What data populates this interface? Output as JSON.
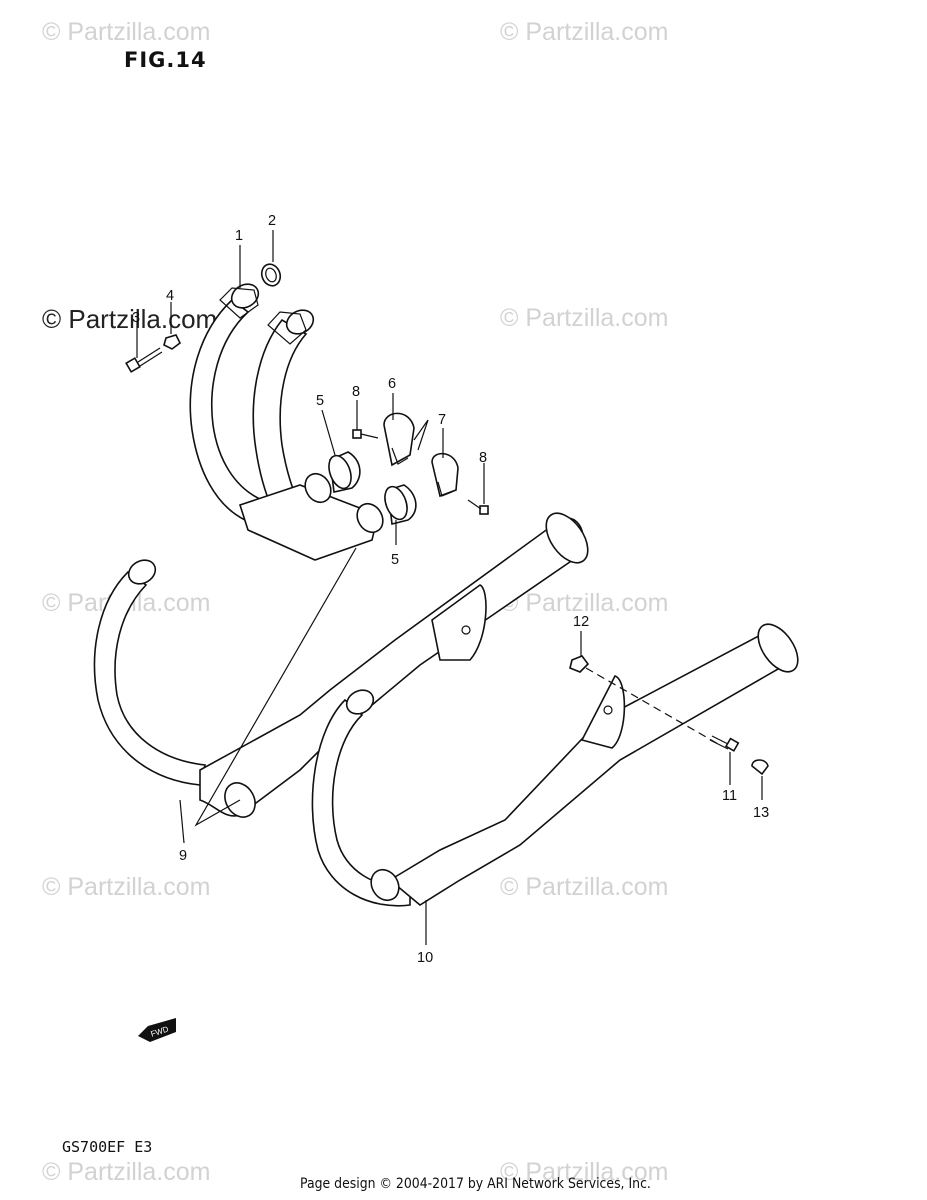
{
  "figure": {
    "title": "FIG.14",
    "model_code": "GS700EF  E3"
  },
  "footer": {
    "credit": "Page design © 2004-2017 by ARI Network Services, Inc."
  },
  "watermark": {
    "text": "© Partzilla.com"
  },
  "fwd_badge": {
    "text": "FWD"
  },
  "callouts": [
    "1",
    "2",
    "3",
    "4",
    "5",
    "5",
    "6",
    "7",
    "8",
    "8",
    "9",
    "10",
    "11",
    "12",
    "13"
  ]
}
